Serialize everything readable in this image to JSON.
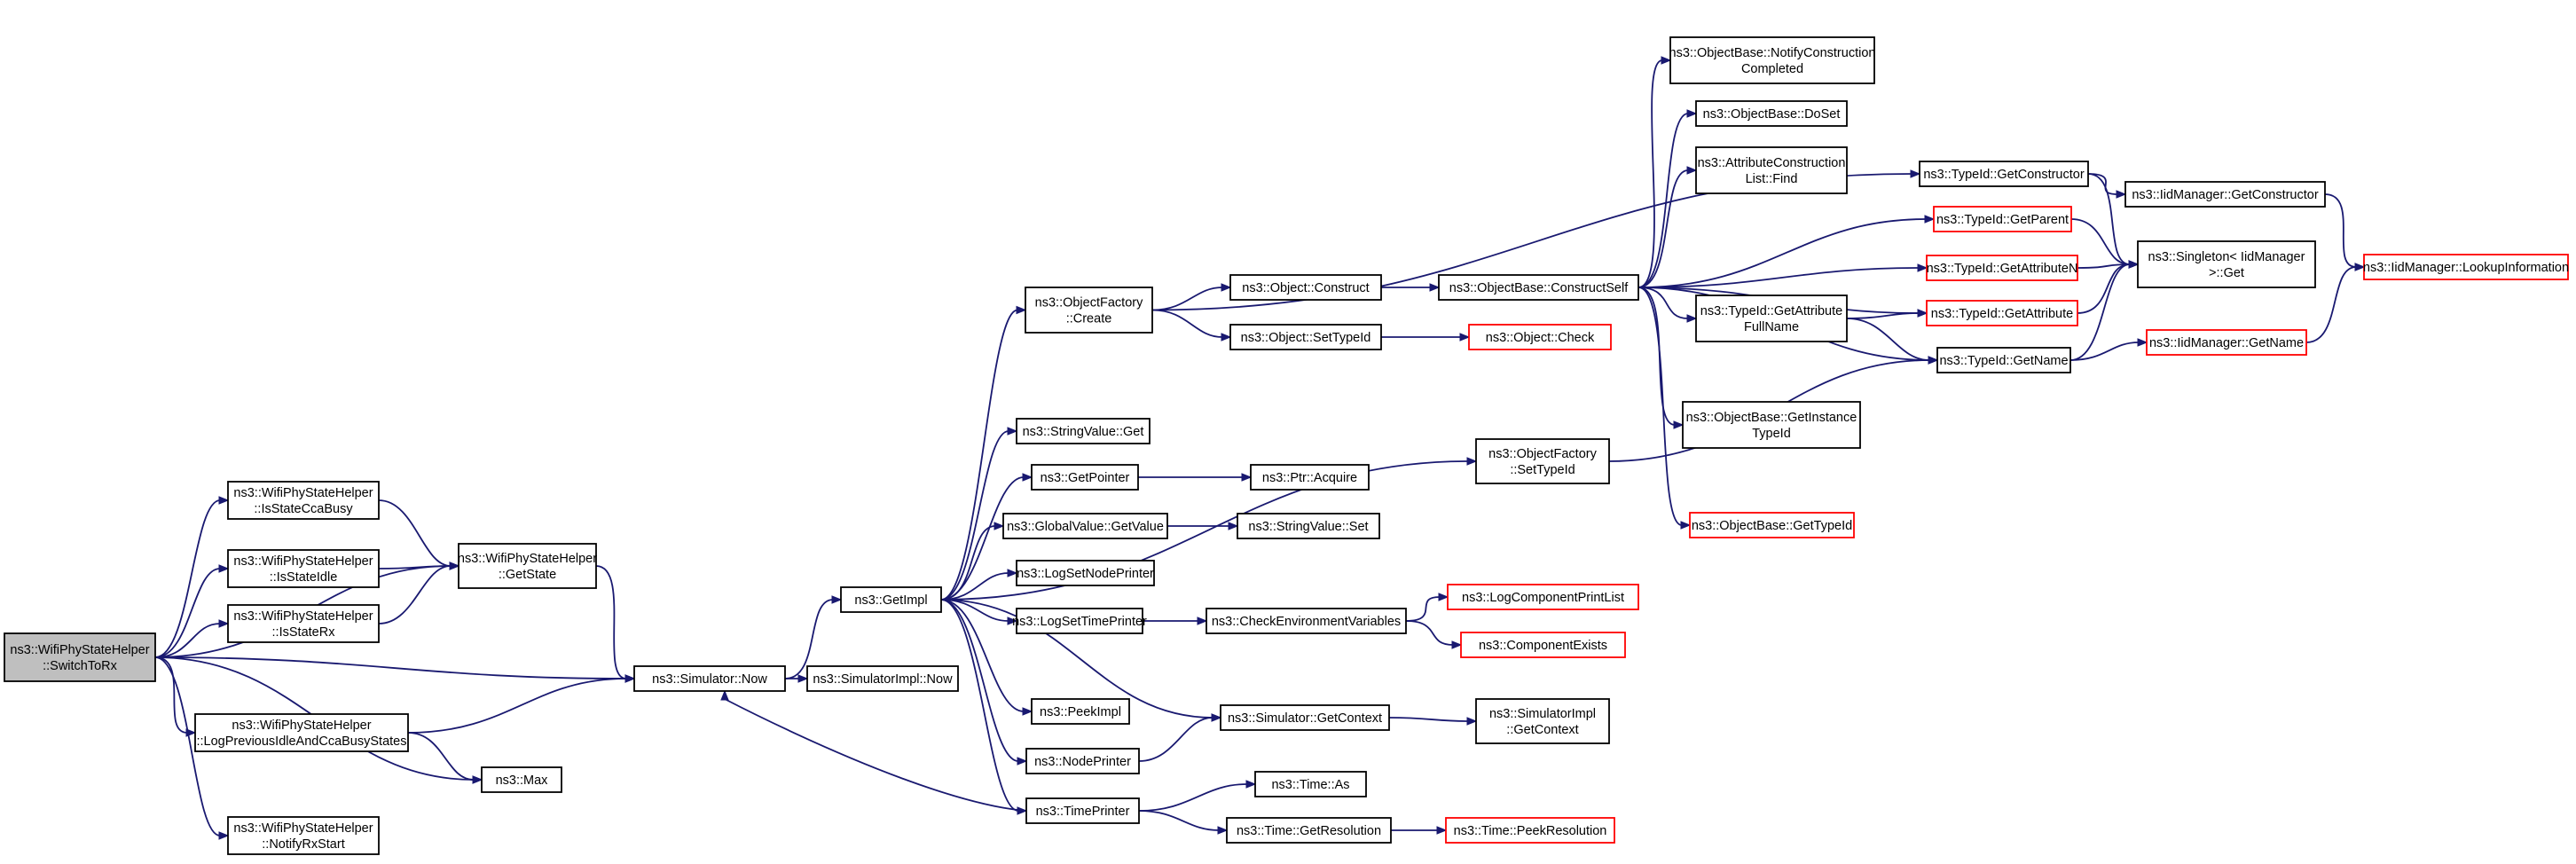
{
  "colors": {
    "edge": "#191970",
    "border": "#000000",
    "truncated_border": "#ff0000",
    "root_fill": "#bfbfbf"
  },
  "nodes": [
    {
      "id": "switch",
      "lines": [
        "ns3::WifiPhyStateHelper",
        "::SwitchToRx"
      ],
      "root": true
    },
    {
      "id": "iscca",
      "lines": [
        "ns3::WifiPhyStateHelper",
        "::IsStateCcaBusy"
      ]
    },
    {
      "id": "isidle",
      "lines": [
        "ns3::WifiPhyStateHelper",
        "::IsStateIdle"
      ]
    },
    {
      "id": "isrx",
      "lines": [
        "ns3::WifiPhyStateHelper",
        "::IsStateRx"
      ]
    },
    {
      "id": "getstate",
      "lines": [
        "ns3::WifiPhyStateHelper",
        "::GetState"
      ]
    },
    {
      "id": "logprev",
      "lines": [
        "ns3::WifiPhyStateHelper",
        "::LogPreviousIdleAndCcaBusyStates"
      ]
    },
    {
      "id": "notifyrx",
      "lines": [
        "ns3::WifiPhyStateHelper",
        "::NotifyRxStart"
      ]
    },
    {
      "id": "max",
      "lines": [
        "ns3::Max"
      ]
    },
    {
      "id": "now",
      "lines": [
        "ns3::Simulator::Now"
      ]
    },
    {
      "id": "implnow",
      "lines": [
        "ns3::SimulatorImpl::Now"
      ]
    },
    {
      "id": "getimpl",
      "lines": [
        "ns3::GetImpl"
      ]
    },
    {
      "id": "ofcreate",
      "lines": [
        "ns3::ObjectFactory",
        "::Create"
      ]
    },
    {
      "id": "strget",
      "lines": [
        "ns3::StringValue::Get"
      ]
    },
    {
      "id": "getpointer",
      "lines": [
        "ns3::GetPointer"
      ]
    },
    {
      "id": "gvget",
      "lines": [
        "ns3::GlobalValue::GetValue"
      ]
    },
    {
      "id": "lognode",
      "lines": [
        "ns3::LogSetNodePrinter"
      ]
    },
    {
      "id": "logtime",
      "lines": [
        "ns3::LogSetTimePrinter"
      ]
    },
    {
      "id": "peekimpl",
      "lines": [
        "ns3::PeekImpl"
      ]
    },
    {
      "id": "nodeprinter",
      "lines": [
        "ns3::NodePrinter"
      ]
    },
    {
      "id": "timeprinter",
      "lines": [
        "ns3::TimePrinter"
      ]
    },
    {
      "id": "objconstruct",
      "lines": [
        "ns3::Object::Construct"
      ]
    },
    {
      "id": "objsettypeid",
      "lines": [
        "ns3::Object::SetTypeId"
      ]
    },
    {
      "id": "ptracquire",
      "lines": [
        "ns3::Ptr::Acquire"
      ]
    },
    {
      "id": "strset",
      "lines": [
        "ns3::StringValue::Set"
      ]
    },
    {
      "id": "checkenv",
      "lines": [
        "ns3::CheckEnvironmentVariables"
      ]
    },
    {
      "id": "getcontext",
      "lines": [
        "ns3::Simulator::GetContext"
      ]
    },
    {
      "id": "timeas",
      "lines": [
        "ns3::Time::As"
      ]
    },
    {
      "id": "timegetres",
      "lines": [
        "ns3::Time::GetResolution"
      ]
    },
    {
      "id": "constructself",
      "lines": [
        "ns3::ObjectBase::ConstructSelf"
      ]
    },
    {
      "id": "objcheck",
      "lines": [
        "ns3::Object::Check"
      ],
      "truncated": true
    },
    {
      "id": "ofsettypeid",
      "lines": [
        "ns3::ObjectFactory",
        "::SetTypeId"
      ]
    },
    {
      "id": "logcompprint",
      "lines": [
        "ns3::LogComponentPrintList"
      ],
      "truncated": true
    },
    {
      "id": "compexists",
      "lines": [
        "ns3::ComponentExists"
      ],
      "truncated": true
    },
    {
      "id": "implgetcontext",
      "lines": [
        "ns3::SimulatorImpl",
        "::GetContext"
      ]
    },
    {
      "id": "peekres",
      "lines": [
        "ns3::Time::PeekResolution"
      ],
      "truncated": true
    },
    {
      "id": "notifycons",
      "lines": [
        "ns3::ObjectBase::NotifyConstruction",
        "Completed"
      ]
    },
    {
      "id": "doset",
      "lines": [
        "ns3::ObjectBase::DoSet"
      ]
    },
    {
      "id": "attrfind",
      "lines": [
        "ns3::AttributeConstruction",
        "List::Find"
      ]
    },
    {
      "id": "getattrfull",
      "lines": [
        "ns3::TypeId::GetAttribute",
        "FullName"
      ]
    },
    {
      "id": "getinstance",
      "lines": [
        "ns3::ObjectBase::GetInstance",
        "TypeId"
      ]
    },
    {
      "id": "obgettypeid",
      "lines": [
        "ns3::ObjectBase::GetTypeId"
      ],
      "truncated": true
    },
    {
      "id": "tgetctor",
      "lines": [
        "ns3::TypeId::GetConstructor"
      ]
    },
    {
      "id": "tgetparent",
      "lines": [
        "ns3::TypeId::GetParent"
      ],
      "truncated": true
    },
    {
      "id": "tgetattrn",
      "lines": [
        "ns3::TypeId::GetAttributeN"
      ],
      "truncated": true
    },
    {
      "id": "tgetattr",
      "lines": [
        "ns3::TypeId::GetAttribute"
      ],
      "truncated": true
    },
    {
      "id": "tgetname",
      "lines": [
        "ns3::TypeId::GetName"
      ]
    },
    {
      "id": "iidgetctor",
      "lines": [
        "ns3::IidManager::GetConstructor"
      ]
    },
    {
      "id": "singleton",
      "lines": [
        "ns3::Singleton< IidManager",
        ">::Get"
      ]
    },
    {
      "id": "iidgetname",
      "lines": [
        "ns3::IidManager::GetName"
      ],
      "truncated": true
    },
    {
      "id": "lookup",
      "lines": [
        "ns3::IidManager::LookupInformation"
      ],
      "truncated": true
    }
  ],
  "edges": [
    [
      "switch",
      "getstate"
    ],
    [
      "switch",
      "iscca"
    ],
    [
      "switch",
      "isidle"
    ],
    [
      "switch",
      "isrx"
    ],
    [
      "switch",
      "now"
    ],
    [
      "switch",
      "logprev"
    ],
    [
      "switch",
      "max"
    ],
    [
      "switch",
      "notifyrx"
    ],
    [
      "iscca",
      "getstate"
    ],
    [
      "isidle",
      "getstate"
    ],
    [
      "isrx",
      "getstate"
    ],
    [
      "getstate",
      "now"
    ],
    [
      "logprev",
      "now"
    ],
    [
      "logprev",
      "max"
    ],
    [
      "now",
      "implnow"
    ],
    [
      "now",
      "getimpl"
    ],
    [
      "getimpl",
      "ofcreate"
    ],
    [
      "getimpl",
      "ofsettypeid"
    ],
    [
      "getimpl",
      "strget"
    ],
    [
      "getimpl",
      "getpointer"
    ],
    [
      "getimpl",
      "gvget"
    ],
    [
      "getimpl",
      "lognode"
    ],
    [
      "getimpl",
      "logtime"
    ],
    [
      "getimpl",
      "peekimpl"
    ],
    [
      "getimpl",
      "getcontext"
    ],
    [
      "getimpl",
      "nodeprinter"
    ],
    [
      "getimpl",
      "timeprinter"
    ],
    [
      "ofcreate",
      "objconstruct"
    ],
    [
      "ofcreate",
      "objsettypeid"
    ],
    [
      "ofcreate",
      "tgetctor"
    ],
    [
      "objconstruct",
      "constructself"
    ],
    [
      "objsettypeid",
      "objcheck"
    ],
    [
      "getpointer",
      "ptracquire"
    ],
    [
      "gvget",
      "strset"
    ],
    [
      "logtime",
      "checkenv"
    ],
    [
      "checkenv",
      "logcompprint"
    ],
    [
      "checkenv",
      "compexists"
    ],
    [
      "nodeprinter",
      "getcontext"
    ],
    [
      "getcontext",
      "implgetcontext"
    ],
    [
      "timeprinter",
      "now"
    ],
    [
      "timeprinter",
      "timeas"
    ],
    [
      "timeprinter",
      "timegetres"
    ],
    [
      "timegetres",
      "peekres"
    ],
    [
      "ofsettypeid",
      "tgetname"
    ],
    [
      "constructself",
      "notifycons"
    ],
    [
      "constructself",
      "doset"
    ],
    [
      "constructself",
      "attrfind"
    ],
    [
      "constructself",
      "tgetparent"
    ],
    [
      "constructself",
      "tgetattrn"
    ],
    [
      "constructself",
      "tgetattr"
    ],
    [
      "constructself",
      "getattrfull"
    ],
    [
      "constructself",
      "getinstance"
    ],
    [
      "constructself",
      "obgettypeid"
    ],
    [
      "constructself",
      "tgetname"
    ],
    [
      "getattrfull",
      "tgetattr"
    ],
    [
      "getattrfull",
      "tgetname"
    ],
    [
      "tgetctor",
      "iidgetctor"
    ],
    [
      "tgetctor",
      "singleton"
    ],
    [
      "tgetparent",
      "singleton"
    ],
    [
      "tgetattrn",
      "singleton"
    ],
    [
      "tgetattr",
      "singleton"
    ],
    [
      "tgetname",
      "singleton"
    ],
    [
      "tgetname",
      "iidgetname"
    ],
    [
      "iidgetctor",
      "lookup"
    ],
    [
      "iidgetname",
      "lookup"
    ]
  ]
}
